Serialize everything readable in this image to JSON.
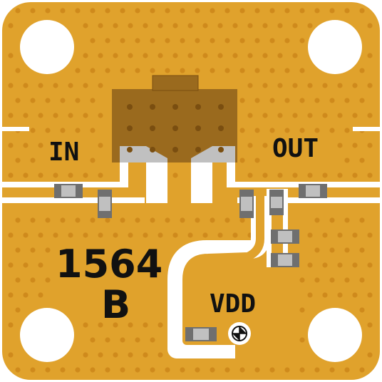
{
  "board": {
    "labels": {
      "in": "IN",
      "out": "OUT",
      "part_number": "1564",
      "revision": "B",
      "supply": "VDD"
    },
    "colors": {
      "substrate": "#e0a22c",
      "copper_gap": "#ffffff",
      "via": "#cf8a1c",
      "package_shadow": "#9a6a1e",
      "pad_metal": "#c0c0c0",
      "silkscreen": "#111111",
      "component_body": "#6f6f6f"
    },
    "icons": {
      "mounting_hole": "mounting-hole-icon",
      "supply_test_point": "test-point-icon"
    }
  }
}
